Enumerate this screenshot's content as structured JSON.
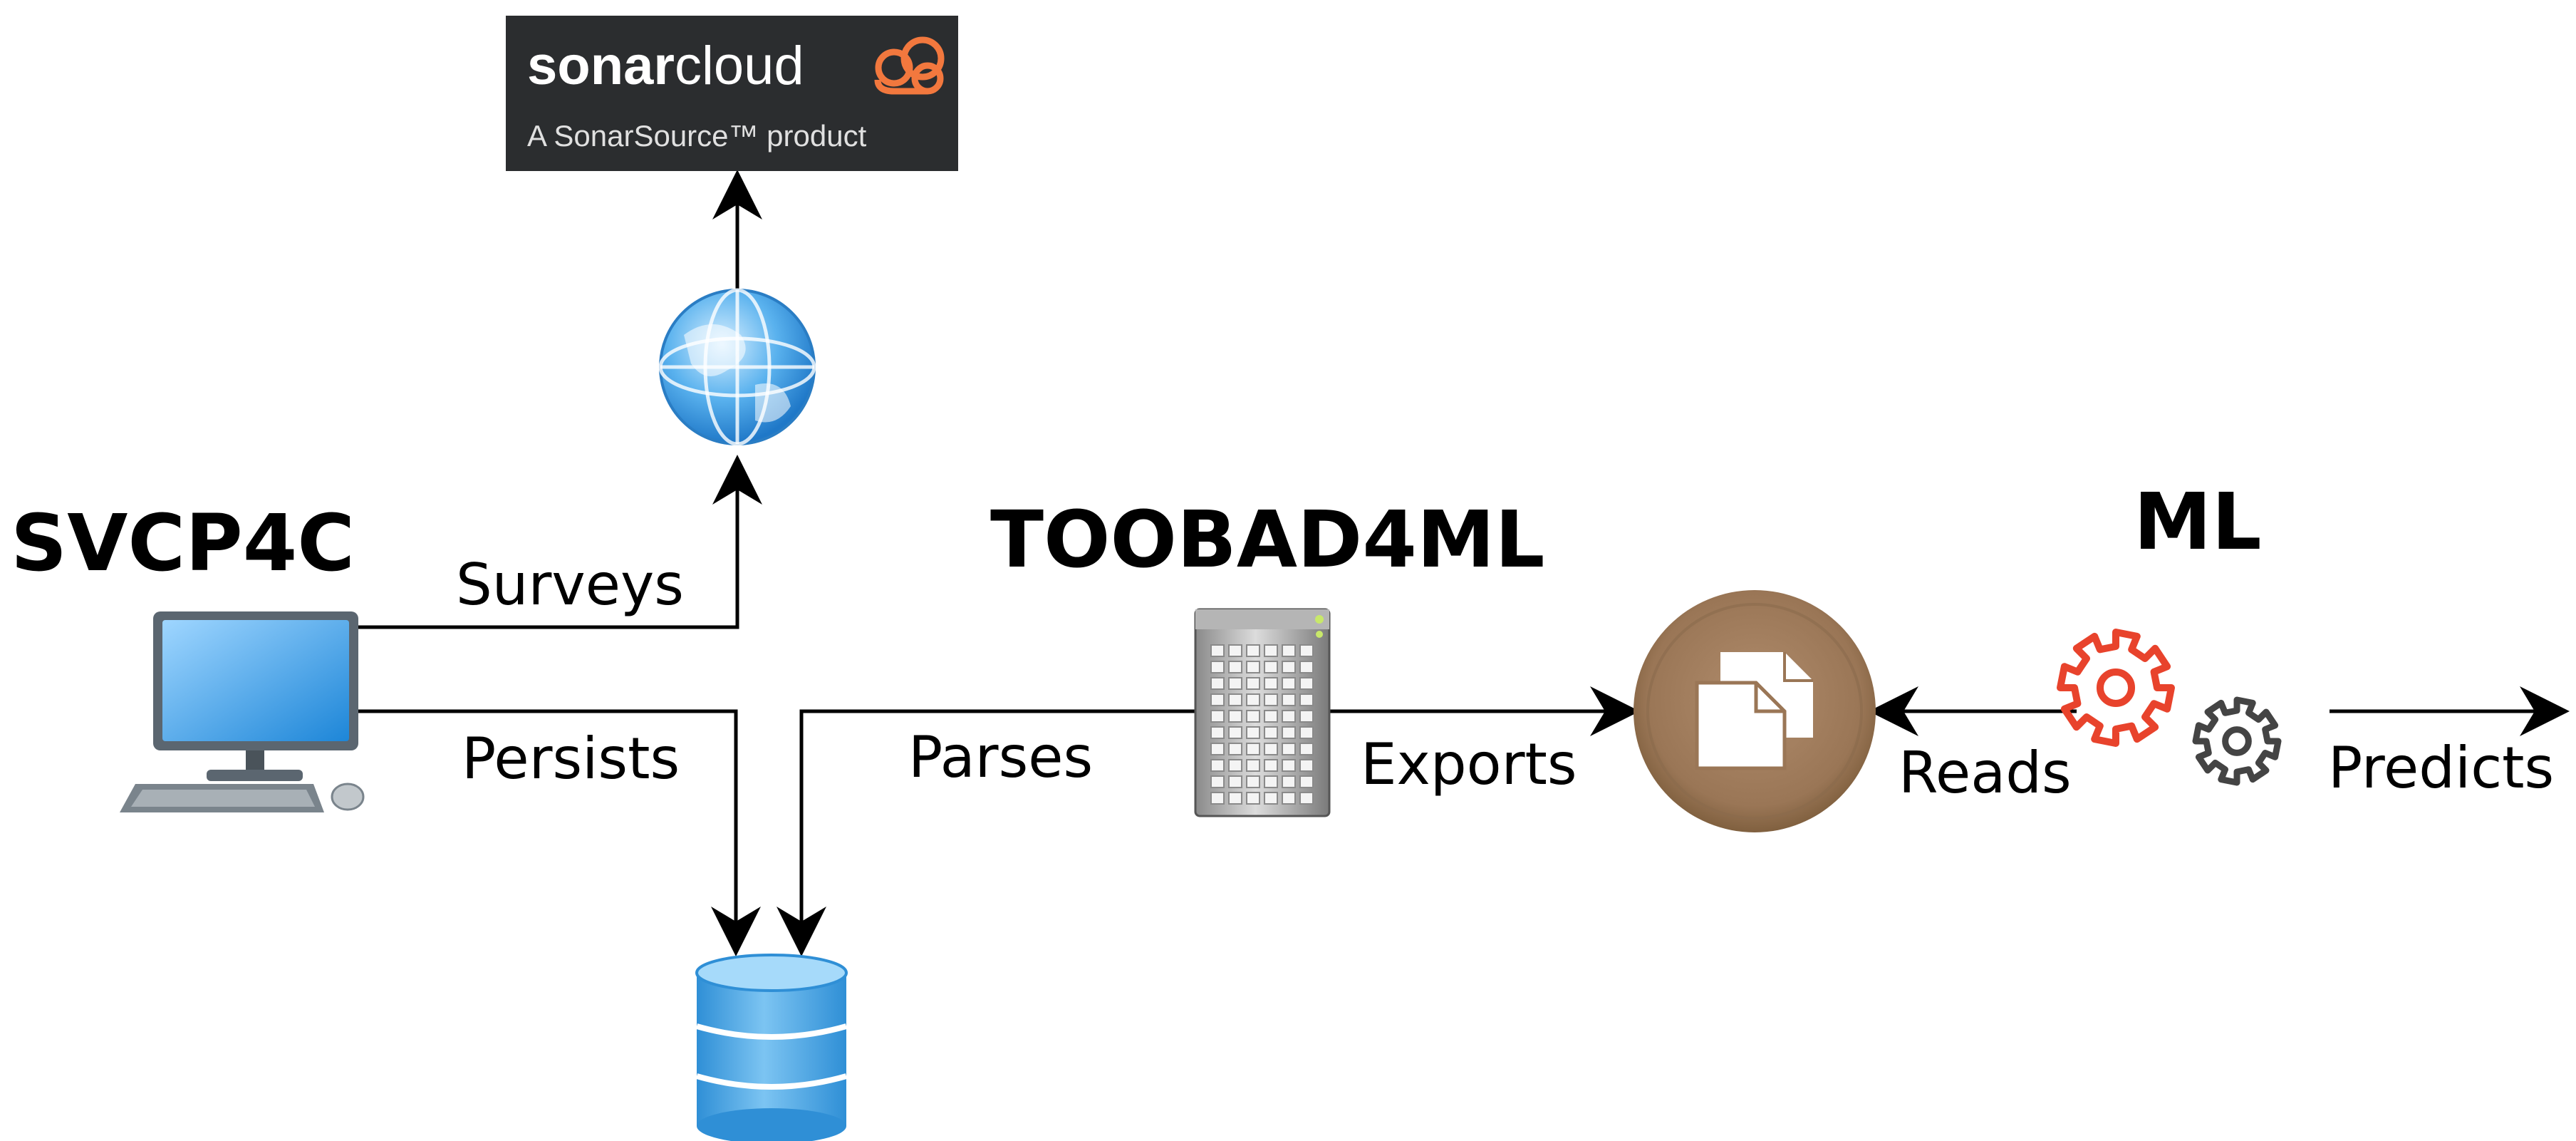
{
  "nodes": {
    "svcp4c": {
      "title": "SVCP4C",
      "icon": "desktop-computer-icon"
    },
    "toobad4ml": {
      "title": "TOOBAD4ML",
      "icon": "server-tower-icon"
    },
    "ml": {
      "title": "ML",
      "icon": "gears-icon"
    },
    "sonarcloud": {
      "brand_bold": "sonar",
      "brand_light": "cloud",
      "tagline": "A SonarSource™ product",
      "icon": "sonarcloud-cloud-icon",
      "background": "#2b2d2f",
      "accent": "#f2783e"
    },
    "internet": {
      "icon": "globe-icon"
    },
    "database": {
      "icon": "database-icon"
    },
    "documents": {
      "icon": "copy-documents-icon"
    }
  },
  "edges": {
    "surveys": "Surveys",
    "persists": "Persists",
    "parses": "Parses",
    "exports": "Exports",
    "reads": "Reads",
    "predicts": "Predicts"
  },
  "colors": {
    "globe_blue": "#4aa8e8",
    "db_blue": "#3c9be0",
    "doc_circle": "#9c7a5c",
    "gear_red": "#e8432c",
    "gear_dark": "#444444"
  }
}
